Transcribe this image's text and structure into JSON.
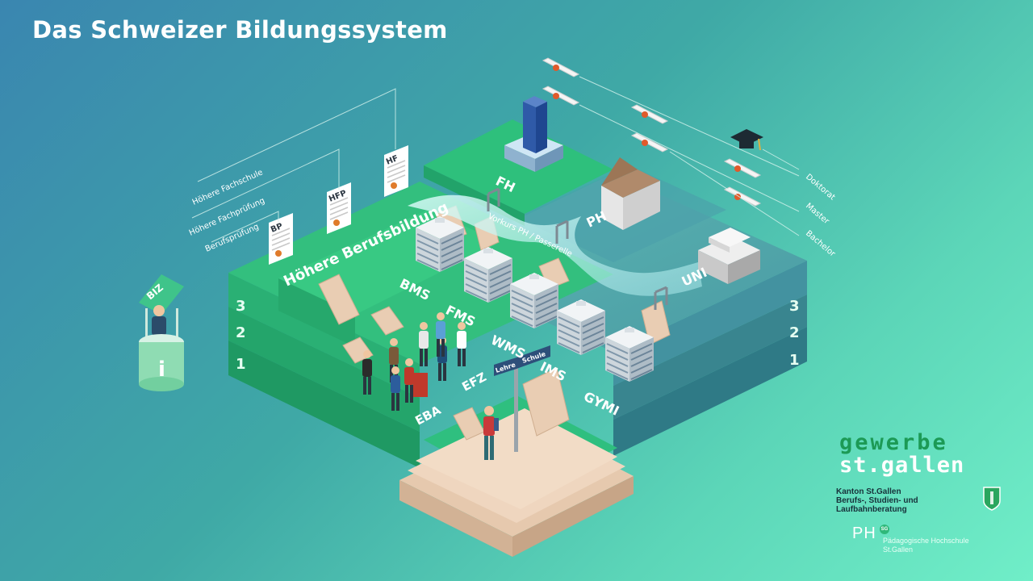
{
  "title": "Das Schweizer Bildungssystem",
  "levels": [
    "1",
    "2",
    "3"
  ],
  "tertiary_vocational": {
    "main_label": "Höhere Berufsbildung",
    "certificates": [
      {
        "code": "BP",
        "label": "Berufsprüfung"
      },
      {
        "code": "HFP",
        "label": "Höhere Fachprüfung"
      },
      {
        "code": "HF",
        "label": "Höhere Fachschule"
      }
    ]
  },
  "schools": [
    "BMS",
    "FMS",
    "WMS",
    "IMS",
    "GYMI"
  ],
  "vocational_tracks": [
    "EFZ",
    "EBA"
  ],
  "universities": [
    "FH",
    "PH",
    "UNI"
  ],
  "pathway_label": "Vorkurs PH / Passerelle",
  "degrees": [
    "Doktorat",
    "Master",
    "Bachelor"
  ],
  "signpost": {
    "left": "Lehre",
    "right": "Schule"
  },
  "info_booth": {
    "label": "BIZ",
    "icon_letter": "i"
  },
  "logos": {
    "gewerbe": "gewerbe",
    "stgallen": "st.gallen",
    "kanton_lines": [
      "Kanton St.Gallen",
      "Berufs-, Studien- und",
      "Laufbahnberatung"
    ],
    "ph_mark": "PH",
    "ph_badge": "SG",
    "ph_lines": [
      "Pädagogische Hochschule",
      "St.Gallen"
    ]
  },
  "colors": {
    "green_top": "#2fbf7f",
    "green_side": "#22a36a",
    "teal_top": "#58aeb0",
    "teal_side": "#3f8f98",
    "stairs": "#e9cdb3",
    "glass_path": "#bff3f0"
  }
}
